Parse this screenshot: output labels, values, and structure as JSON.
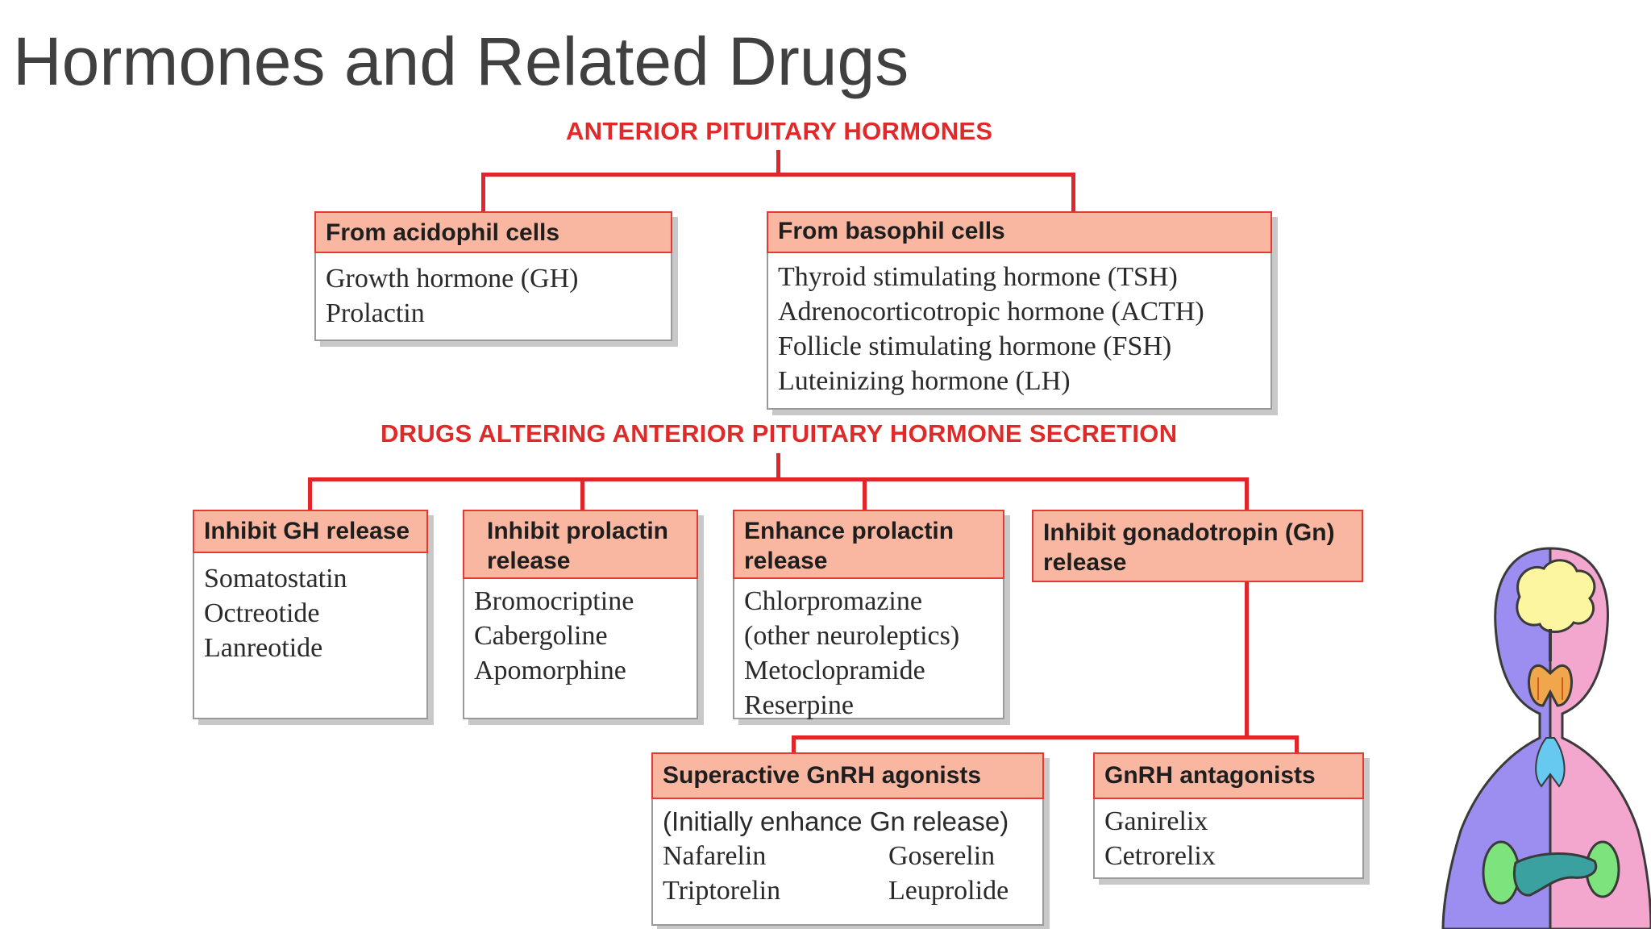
{
  "title": "Hormones and Related Drugs",
  "sections": {
    "hormones": "ANTERIOR PITUITARY HORMONES",
    "drugs": "DRUGS ALTERING ANTERIOR PITUITARY HORMONE SECRETION"
  },
  "acidophil": {
    "header": "From acidophil cells",
    "items": [
      "Growth hormone (GH)",
      "Prolactin"
    ]
  },
  "basophil": {
    "header": "From basophil cells",
    "items": [
      "Thyroid stimulating hormone (TSH)",
      "Adrenocorticotropic hormone (ACTH)",
      "Follicle stimulating hormone (FSH)",
      "Luteinizing hormone (LH)"
    ]
  },
  "inhibit_gh": {
    "header": "Inhibit GH release",
    "items": [
      "Somatostatin",
      "Octreotide",
      "Lanreotide"
    ]
  },
  "inhibit_prolactin": {
    "header": "Inhibit prolactin\n release",
    "items": [
      "Bromocriptine",
      "Cabergoline",
      "Apomorphine"
    ]
  },
  "enhance_prolactin": {
    "header": "Enhance prolactin\nrelease",
    "items": [
      "Chlorpromazine",
      "(other neuroleptics)",
      "Metoclopramide",
      "Reserpine"
    ]
  },
  "inhibit_gn": {
    "header": "Inhibit gonadotropin (Gn)\nrelease"
  },
  "gnrh_agonists": {
    "header": "Superactive GnRH agonists",
    "note": "(Initially enhance Gn release)",
    "left": [
      "Nafarelin",
      "Triptorelin"
    ],
    "right": [
      "Goserelin",
      "Leuprolide"
    ]
  },
  "gnrh_antagonists": {
    "header": "GnRH antagonists",
    "items": [
      "Ganirelix",
      "Cetrorelix"
    ]
  },
  "illustration": {
    "icon": "human-endocrine-body-icon",
    "colors": {
      "left_body": "#9b8ef0",
      "right_body": "#f3a7cf",
      "brain": "#fdf6a0",
      "thyroid": "#f0a64a",
      "adrenal": "#7de37d",
      "pancreas": "#3aa0a0"
    }
  },
  "colors": {
    "accent_red": "#e1262b",
    "header_fill": "#f9b7a1"
  }
}
